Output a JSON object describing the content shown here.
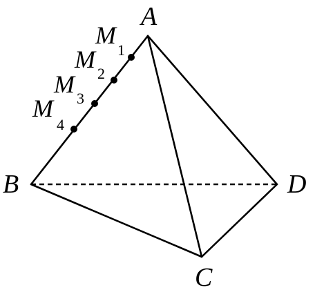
{
  "vertices": {
    "A": "A",
    "B": "B",
    "C": "C",
    "D": "D"
  },
  "points": [
    {
      "letter": "M",
      "sub": "1"
    },
    {
      "letter": "M",
      "sub": "2"
    },
    {
      "letter": "M",
      "sub": "3"
    },
    {
      "letter": "M",
      "sub": "4"
    }
  ]
}
